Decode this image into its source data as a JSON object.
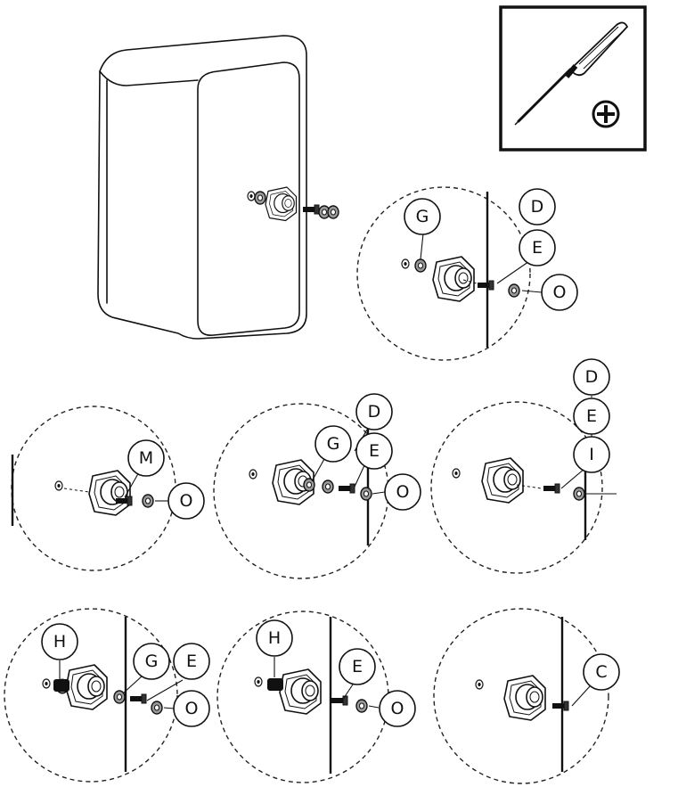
{
  "tool_box": {
    "icon": "screwdriver-icon",
    "head_icon": "phillips-cross-icon",
    "symbol": "⊕"
  },
  "details": [
    {
      "callouts": [
        "G",
        "D",
        "E",
        "O"
      ]
    },
    {
      "callouts": [
        "M",
        "O"
      ]
    },
    {
      "callouts": [
        "D",
        "G",
        "E",
        "O"
      ]
    },
    {
      "callouts": [
        "D",
        "E",
        "I"
      ]
    },
    {
      "callouts": [
        "H",
        "G",
        "E",
        "O"
      ]
    },
    {
      "callouts": [
        "H",
        "E",
        "O"
      ]
    },
    {
      "callouts": [
        "C"
      ]
    }
  ]
}
